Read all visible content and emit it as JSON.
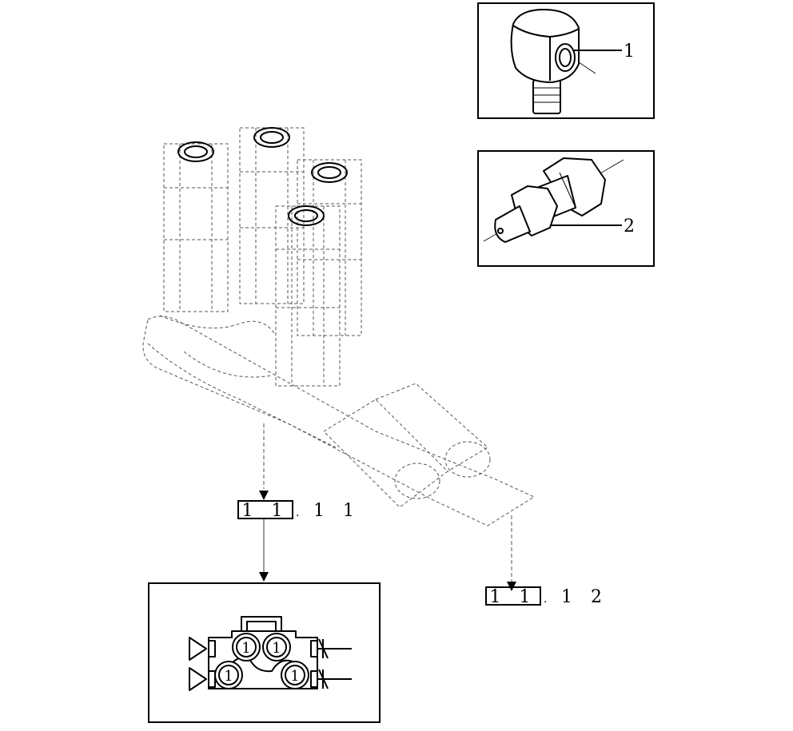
{
  "detail_1": {
    "callout": "1"
  },
  "detail_2": {
    "callout": "2"
  },
  "ref_a": {
    "box": "1 1",
    "number": "1 1"
  },
  "ref_b": {
    "box": "1 1",
    "number": "1 2"
  },
  "schematic": {
    "port_labels": [
      "1",
      "1",
      "1",
      "1"
    ]
  }
}
